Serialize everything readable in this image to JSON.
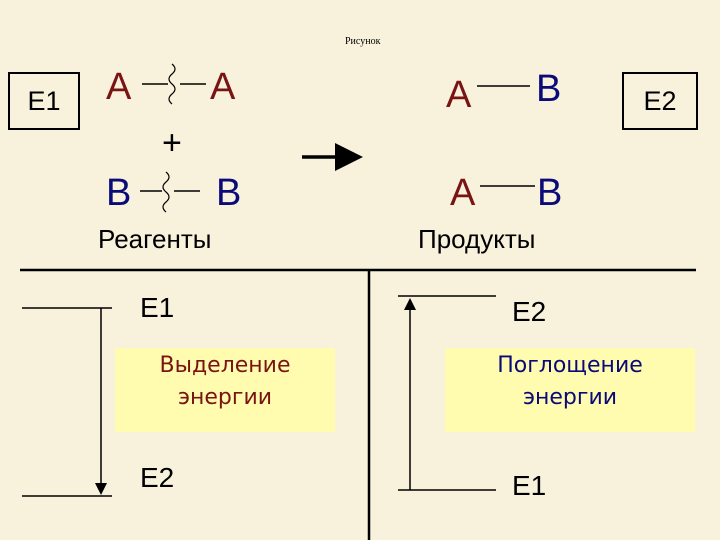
{
  "caption": "Рисунок",
  "top": {
    "e1_box": "E1",
    "e2_box": "E2",
    "reagents": {
      "row1": [
        "A",
        "A"
      ],
      "plus": "+",
      "row2": [
        "B",
        "B"
      ],
      "label": "Реагенты"
    },
    "products": {
      "row1": [
        "A",
        "B"
      ],
      "row2": [
        "A",
        "B"
      ],
      "label": "Продукты"
    }
  },
  "left_panel": {
    "top_level": "E1",
    "box_text": [
      "Выделение",
      "энергии"
    ],
    "bottom_level": "E2"
  },
  "right_panel": {
    "top_level": "E2",
    "box_text": [
      "Поглощение",
      "энергии"
    ],
    "bottom_level": "E1"
  },
  "colors": {
    "background": "#f8f2dc",
    "box": "#fffcaf",
    "red_text": "#7a1414",
    "blue_text": "#0a0a78"
  }
}
